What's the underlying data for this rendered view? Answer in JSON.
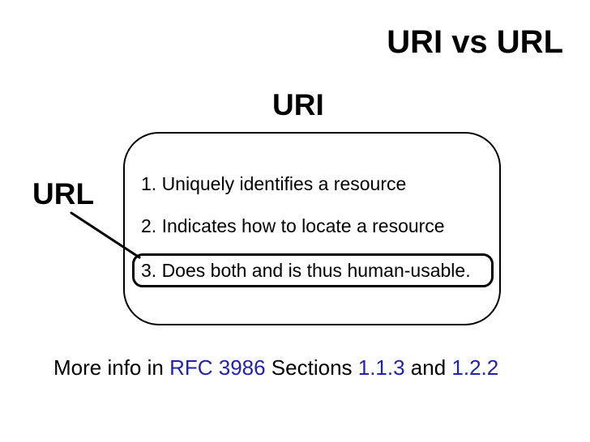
{
  "slide": {
    "title": "URI vs URL",
    "uri_label": "URI",
    "url_label": "URL",
    "box_items": [
      {
        "text": "1. Uniquely identifies a resource"
      },
      {
        "text": "2. Indicates how to locate a resource"
      },
      {
        "text": "3. Does both and is thus human-usable."
      }
    ],
    "footer": {
      "prefix": "More info in ",
      "rfc_link": "RFC 3986",
      "sections_word": " Sections ",
      "section_link_1": "1.1.3",
      "and_word": " and ",
      "section_link_2": "1.2.2"
    },
    "colors": {
      "link_blue": "#2222B2",
      "text_black": "#000000",
      "background": "#FFFFFF"
    }
  }
}
